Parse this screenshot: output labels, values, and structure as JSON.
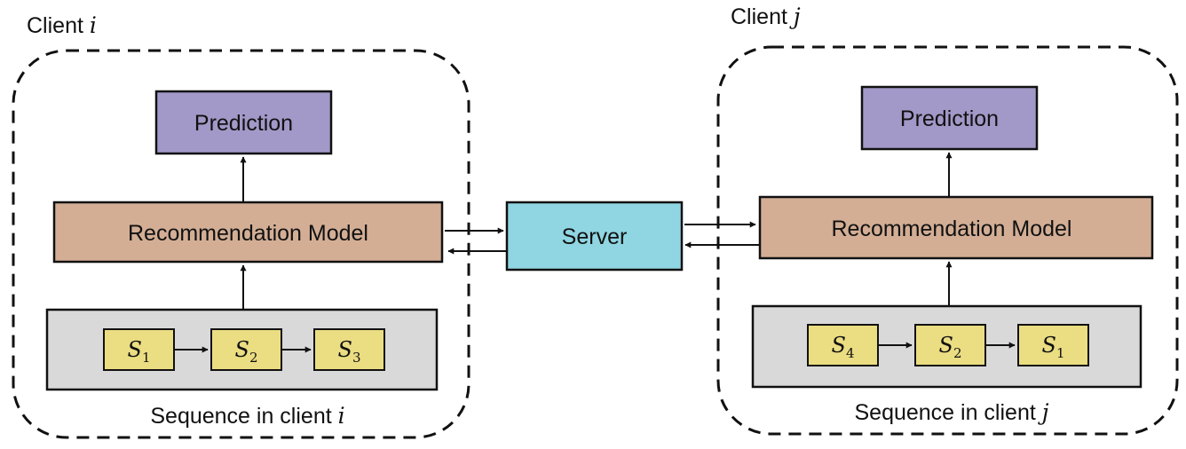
{
  "colors": {
    "prediction": "#a299c8",
    "model": "#d3ae95",
    "server": "#8fd6e2",
    "sequence_panel": "#d9d9d9",
    "item": "#ebdd82",
    "stroke": "#111111"
  },
  "clients": [
    {
      "title_text": "Client",
      "title_var": "i",
      "prediction": "Prediction",
      "model": "Recommendation Model",
      "sequence_caption_text": "Sequence in client",
      "sequence_caption_var": "i",
      "items": [
        {
          "base": "S",
          "sub": "1"
        },
        {
          "base": "S",
          "sub": "2"
        },
        {
          "base": "S",
          "sub": "3"
        }
      ]
    },
    {
      "title_text": "Client",
      "title_var": "j",
      "prediction": "Prediction",
      "model": "Recommendation Model",
      "sequence_caption_text": "Sequence in client",
      "sequence_caption_var": "j",
      "items": [
        {
          "base": "S",
          "sub": "4"
        },
        {
          "base": "S",
          "sub": "2"
        },
        {
          "base": "S",
          "sub": "1"
        }
      ]
    }
  ],
  "server": {
    "label": "Server"
  }
}
